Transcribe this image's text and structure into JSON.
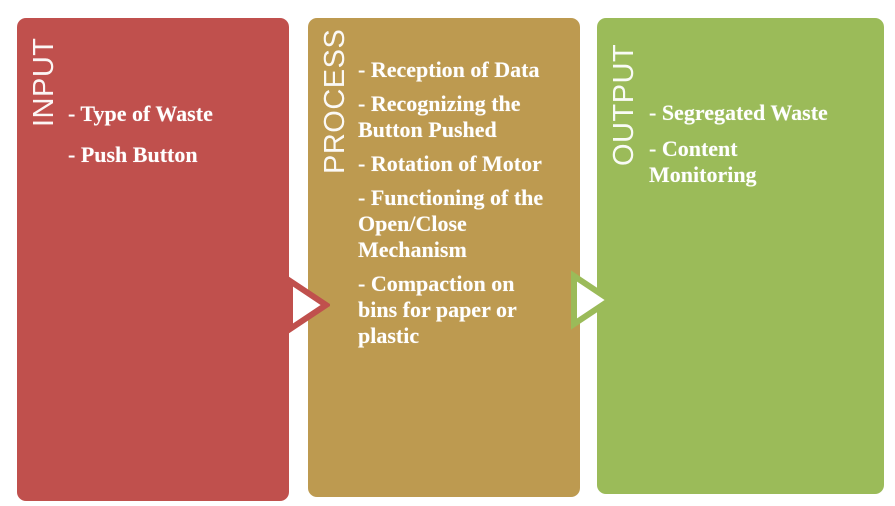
{
  "diagram": {
    "type": "input-process-output flow",
    "colors": {
      "input": "#C0504D",
      "process": "#BD9A50",
      "output": "#9BBB59",
      "text": "#FFFFFF",
      "background": "#FFFFFF"
    },
    "input": {
      "label": "INPUT",
      "items": [
        "- Type of Waste",
        "- Push Button"
      ]
    },
    "process": {
      "label": "PROCESS",
      "items": [
        "- Reception of Data",
        "- Recognizing the Button Pushed",
        "- Rotation of Motor",
        "- Functioning of the   Open/Close Mechanism",
        "- Compaction on bins for paper or plastic"
      ]
    },
    "output": {
      "label": "OUTPUT",
      "items": [
        "- Segregated Waste",
        "- Content Monitoring"
      ]
    },
    "arrows": [
      {
        "from": "input",
        "to": "process",
        "icon": "arrow-right-outline-icon"
      },
      {
        "from": "process",
        "to": "output",
        "icon": "arrow-right-outline-icon"
      }
    ]
  }
}
